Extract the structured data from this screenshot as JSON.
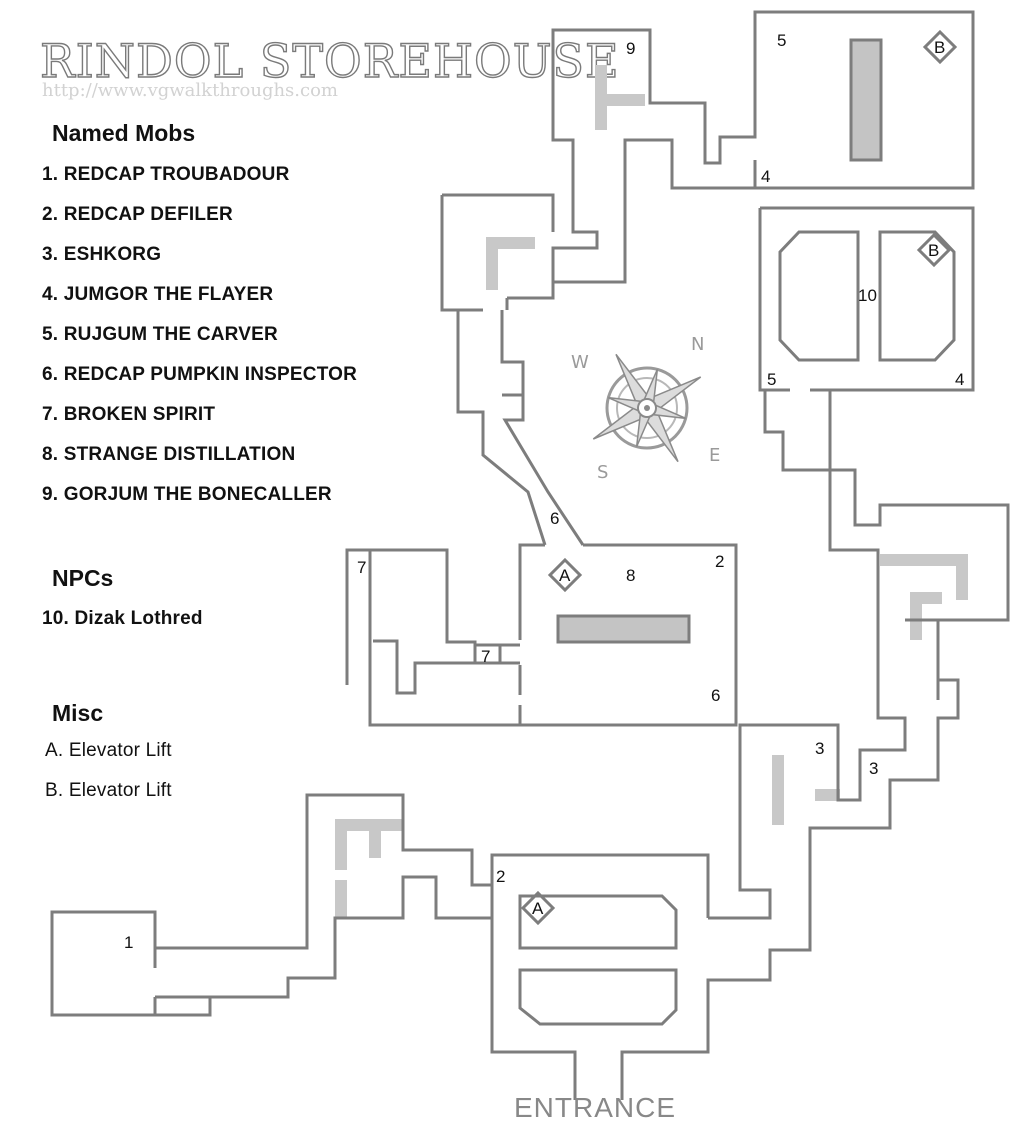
{
  "title": "RINDOL STOREHOUSE",
  "url": "http://www.vgwalkthroughs.com",
  "legend": {
    "named_mobs": {
      "heading": "Named Mobs",
      "items": [
        "1. REDCAP TROUBADOUR",
        "2. REDCAP DEFILER",
        "3. ESHKORG",
        "4. JUMGOR THE FLAYER",
        "5. RUJGUM THE CARVER",
        "6. REDCAP PUMPKIN INSPECTOR",
        "7. BROKEN SPIRIT",
        "8. STRANGE DISTILLATION",
        "9. GORJUM THE BONECALLER"
      ]
    },
    "npcs": {
      "heading": "NPCs",
      "items": [
        "10. Dizak Lothred"
      ]
    },
    "misc": {
      "heading": "Misc",
      "items": [
        "A. Elevator Lift",
        "B. Elevator Lift"
      ]
    }
  },
  "compass": {
    "n": "N",
    "e": "E",
    "s": "S",
    "w": "W"
  },
  "elevators": [
    "A",
    "A",
    "B",
    "B"
  ],
  "markers": [
    "1",
    "2",
    "2",
    "3",
    "3",
    "4",
    "4",
    "5",
    "5",
    "6",
    "6",
    "7",
    "7",
    "8",
    "9",
    "10"
  ],
  "entrance_label": "ENTRANCE",
  "colors": {
    "wall": "#7d7d7d",
    "ramp": "#c8c8c8",
    "block": "#c4c4c4",
    "compass": "#9a9a9a"
  }
}
